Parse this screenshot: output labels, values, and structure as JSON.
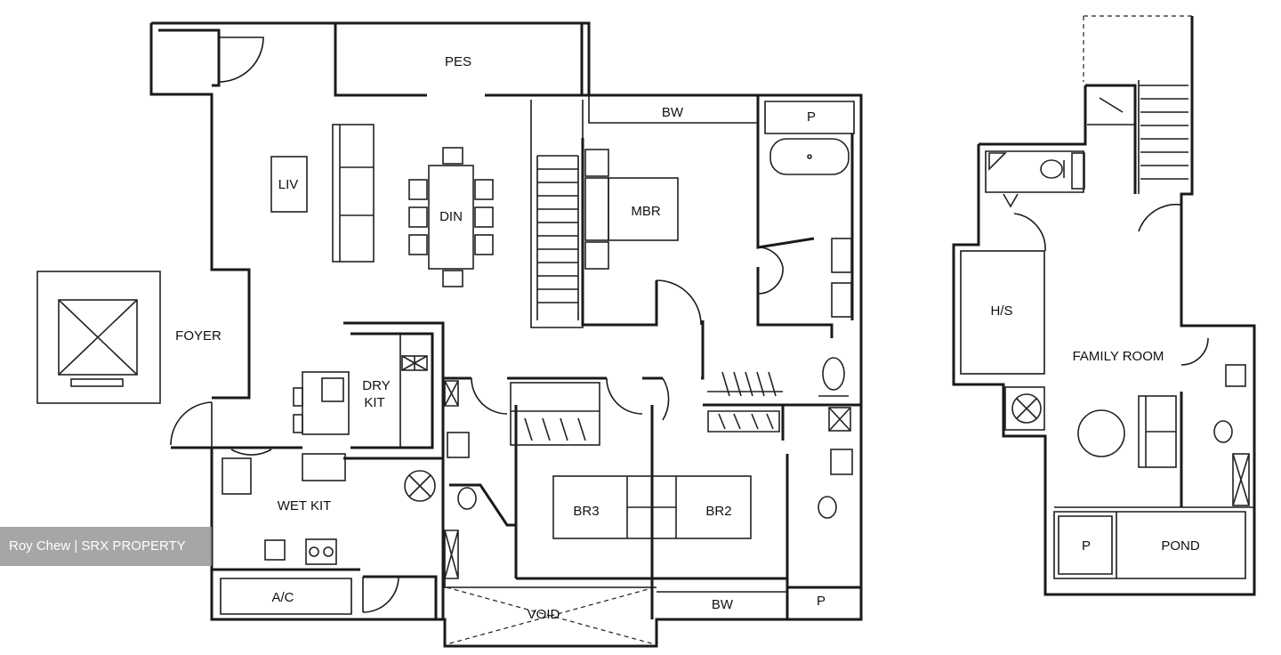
{
  "rooms": {
    "pes": "PES",
    "bw_top": "BW",
    "p_top": "P",
    "liv": "LIV",
    "din": "DIN",
    "mbr": "MBR",
    "foyer": "FOYER",
    "dry_kit_1": "DRY",
    "dry_kit_2": "KIT",
    "wet_kit": "WET KIT",
    "br3": "BR3",
    "br2": "BR2",
    "ac": "A/C",
    "void": "VOID",
    "bw_bottom": "BW",
    "p_bottom": "P",
    "hs": "H/S",
    "family_room": "FAMILY ROOM",
    "p_lower": "P",
    "pond": "POND"
  },
  "watermark": "Roy Chew | SRX PROPERTY"
}
